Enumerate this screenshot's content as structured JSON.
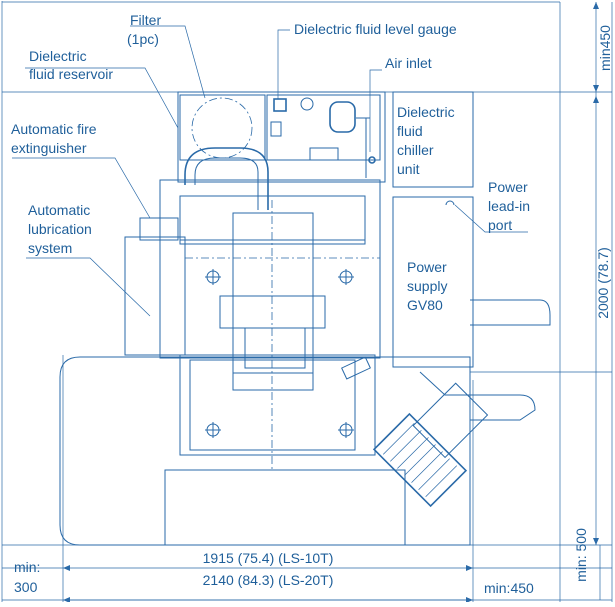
{
  "colors": {
    "line": "#2a6aa8",
    "text": "#1f5f9a",
    "background": "#ffffff"
  },
  "labels": {
    "filter_line1": "Filter",
    "filter_line2": "(1pc)",
    "level_gauge": "Dielectric fluid level gauge",
    "reservoir_line1": "Dielectric",
    "reservoir_line2": "fluid reservoir",
    "air_inlet": "Air inlet",
    "fire_line1": "Automatic fire",
    "fire_line2": "extinguisher",
    "chiller_line1": "Dielectric",
    "chiller_line2": "fluid",
    "chiller_line3": "chiller",
    "chiller_line4": "unit",
    "power_port_line1": "Power",
    "power_port_line2": "lead-in",
    "power_port_line3": "port",
    "lube_line1": "Automatic",
    "lube_line2": "lubrication",
    "lube_line3": "system",
    "power_supply_line1": "Power",
    "power_supply_line2": "supply",
    "power_supply_line3": "GV80"
  },
  "dimensions": {
    "top_clearance": "min450",
    "height": "2000 (78.7)",
    "right_bottom_clearance": "min: 500",
    "left_clearance_line1": "min:",
    "left_clearance_line2": "300",
    "width_ls10t": "1915 (75.4) (LS-10T)",
    "width_ls20t": "2140 (84.3) (LS-20T)",
    "right_clearance": "min:450"
  }
}
